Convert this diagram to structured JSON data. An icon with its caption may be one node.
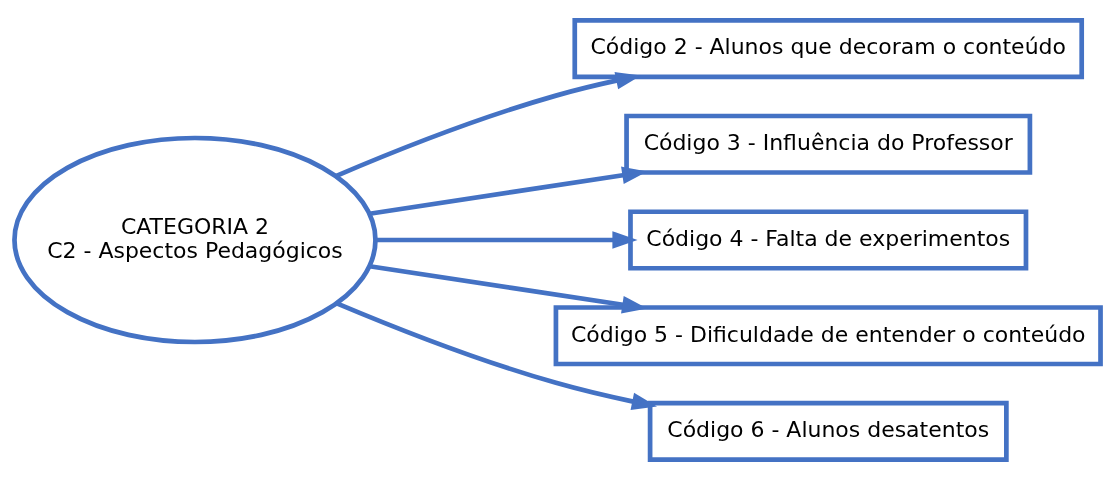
{
  "diagram": {
    "nodes": [
      {
        "text": [
          "CATEGORIA 2",
          "C2 - Aspectos Pedagógicos"
        ]
      },
      {
        "text": [
          "Código 2 - Alunos que decoram o conteúdo"
        ]
      },
      {
        "text": [
          "Código 3 - Influência do Professor"
        ]
      },
      {
        "text": [
          "Código 4 - Falta de experimentos"
        ]
      },
      {
        "text": [
          "Código 5 - Dificuldade de entender o conteúdo"
        ]
      },
      {
        "text": [
          "Código 6 - Alunos desatentos"
        ]
      }
    ],
    "edges": [
      {
        "from": 0,
        "to": 1,
        "arrow": "to"
      },
      {
        "from": 0,
        "to": 2,
        "arrow": "to"
      },
      {
        "from": 0,
        "to": 3,
        "arrow": "to"
      },
      {
        "from": 0,
        "to": 4,
        "arrow": "to"
      },
      {
        "from": 0,
        "to": 5,
        "arrow": "to"
      }
    ]
  }
}
